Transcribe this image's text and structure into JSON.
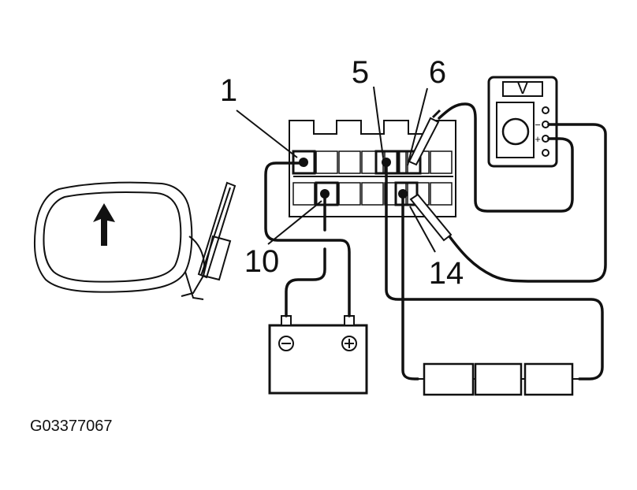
{
  "labels": {
    "pin_1": "1",
    "pin_5": "5",
    "pin_6": "6",
    "pin_10": "10",
    "pin_14": "14"
  },
  "meter": {
    "display": "V",
    "minus": "−",
    "plus": "+"
  },
  "figure_code": "G03377067",
  "icons": [
    "mirror-icon",
    "up-arrow-icon",
    "battery-icon",
    "voltmeter-icon",
    "lamp-icon"
  ]
}
